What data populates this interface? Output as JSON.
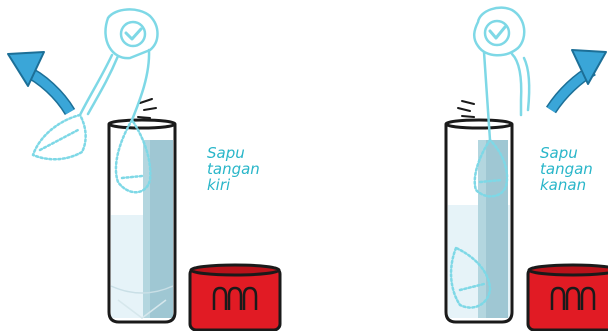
{
  "labels": {
    "left": [
      "Sapu",
      "tangan",
      "kiri"
    ],
    "right": [
      "Sapu",
      "tangan",
      "kanan"
    ]
  },
  "colors": {
    "arrow": "#3aa6d8",
    "swab_outline": "#7ed8e6",
    "label_text": "#29b6c9",
    "cap_red": "#e11b24",
    "tube_outline": "#1a1a1a",
    "liquid": "#cfe8f1",
    "liquid_dark": "#9fc7d3"
  },
  "icons": [
    "left-curved-arrow-icon",
    "right-curved-arrow-icon",
    "flick-lines-icon"
  ]
}
